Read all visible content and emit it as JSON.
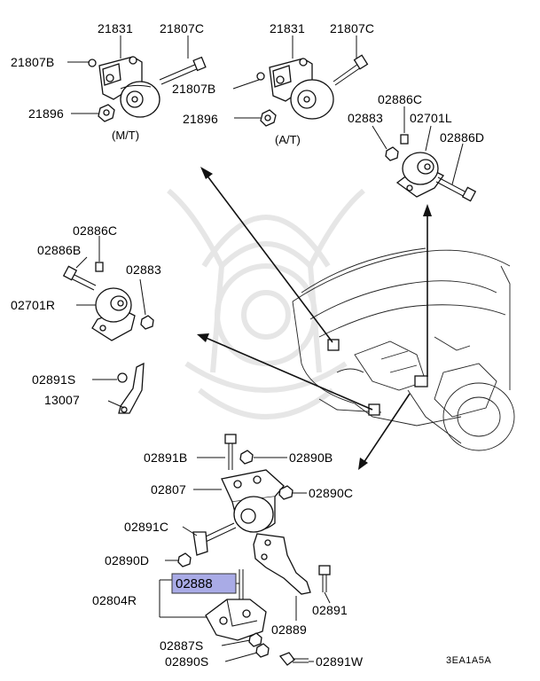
{
  "labels": {
    "mt_21831": "21831",
    "mt_21807c": "21807C",
    "mt_21807b": "21807B",
    "mt_21896": "21896",
    "mt_caption": "(M/T)",
    "at_21831": "21831",
    "at_21807c": "21807C",
    "at_21807b": "21807B",
    "at_21896": "21896",
    "at_caption": "(A/T)",
    "r_02886c": "02886C",
    "r_02883": "02883",
    "r_02701l": "02701L",
    "r_02886d": "02886D",
    "l_02886c": "02886C",
    "l_02886b": "02886B",
    "l_02883": "02883",
    "l_02701r": "02701R",
    "l_02891s": "02891S",
    "l_13007": "13007",
    "c_02891b": "02891B",
    "c_02890b": "02890B",
    "c_02807": "02807",
    "c_02890c": "02890C",
    "c_02891c": "02891C",
    "c_02890d": "02890D",
    "c_02888": "02888",
    "c_02804r": "02804R",
    "c_02891": "02891",
    "c_02889": "02889",
    "c_02887s": "02887S",
    "c_02890s": "02890S",
    "c_02891w": "02891W",
    "diagram_code": "3EA1A5A"
  },
  "colors": {
    "highlight": "#a9abe6",
    "watermark": "#e6e6e6",
    "ink": "#111111"
  }
}
